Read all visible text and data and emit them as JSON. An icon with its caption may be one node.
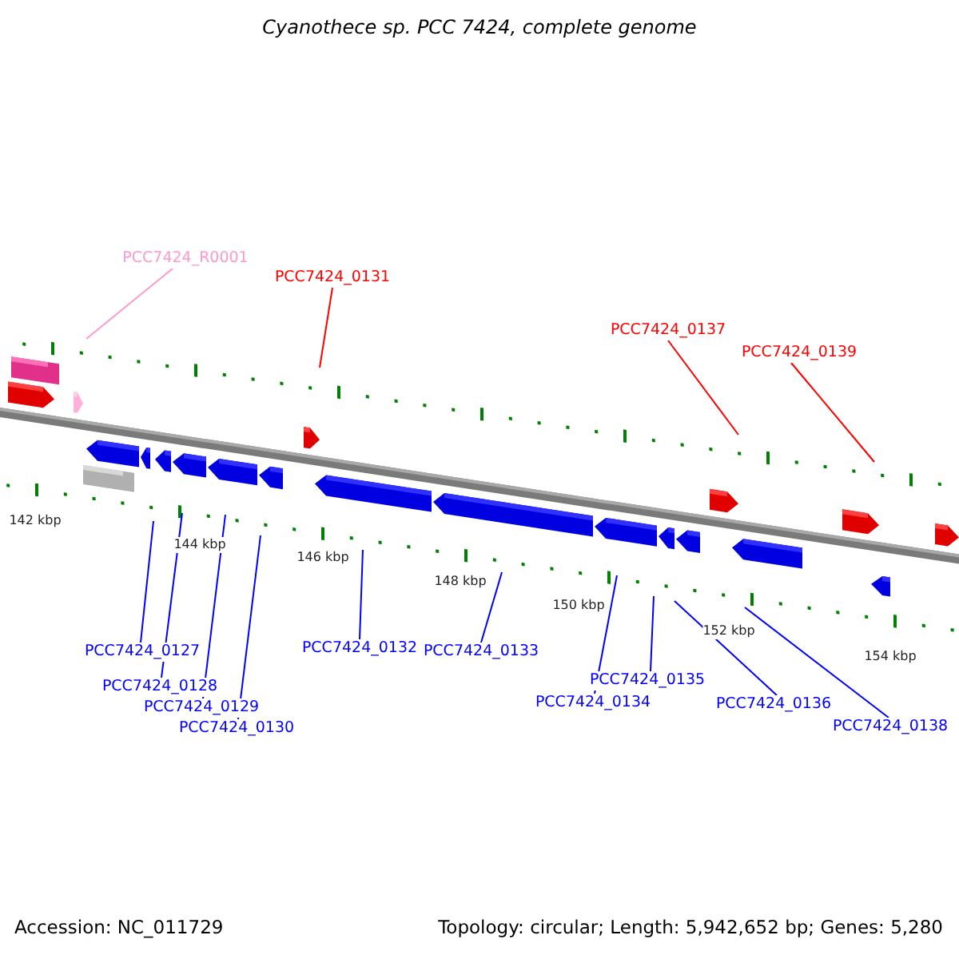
{
  "diagram": {
    "title": "Cyanothece sp. PCC 7424, complete genome",
    "nodes": [
      {
        "text": [
          "PCC7424_R0001"
        ]
      },
      {
        "text": [
          "PCC7424_0131"
        ]
      },
      {
        "text": [
          "PCC7424_0137"
        ]
      },
      {
        "text": [
          "PCC7424_0139"
        ]
      },
      {
        "text": [
          "PCC7424_0127"
        ]
      },
      {
        "text": [
          "PCC7424_0128"
        ]
      },
      {
        "text": [
          "PCC7424_0129"
        ]
      },
      {
        "text": [
          "PCC7424_0130"
        ]
      },
      {
        "text": [
          "PCC7424_0132"
        ]
      },
      {
        "text": [
          "PCC7424_0133"
        ]
      },
      {
        "text": [
          "PCC7424_0135"
        ]
      },
      {
        "text": [
          "PCC7424_0134"
        ]
      },
      {
        "text": [
          "PCC7424_0136"
        ]
      },
      {
        "text": [
          "PCC7424_0138"
        ]
      }
    ],
    "edges": [
      {
        "from": 0,
        "to": null,
        "arrow": "none",
        "color": "#ff99cc"
      },
      {
        "from": 1,
        "to": null,
        "arrow": "none",
        "color": "#ff0000"
      },
      {
        "from": 2,
        "to": null,
        "arrow": "none",
        "color": "#ff0000"
      },
      {
        "from": 3,
        "to": null,
        "arrow": "none",
        "color": "#ff0000"
      },
      {
        "from": 4,
        "to": null,
        "arrow": "none"
      },
      {
        "from": 5,
        "to": null,
        "arrow": "none"
      },
      {
        "from": 6,
        "to": null,
        "arrow": "none"
      },
      {
        "from": 7,
        "to": null,
        "arrow": "none"
      },
      {
        "from": 8,
        "to": null,
        "arrow": "none"
      },
      {
        "from": 9,
        "to": null,
        "arrow": "none"
      },
      {
        "from": 10,
        "to": null,
        "arrow": "none"
      },
      {
        "from": 11,
        "to": null,
        "arrow": "none"
      },
      {
        "from": 12,
        "to": null,
        "arrow": "none"
      },
      {
        "from": 13,
        "to": null,
        "arrow": "none"
      }
    ],
    "labels": [
      "142 kbp",
      "144 kbp",
      "146 kbp",
      "148 kbp",
      "150 kbp",
      "152 kbp",
      "154 kbp",
      "Accession: NC_011729",
      "Topology: circular; Length: 5,942,652 bp; Genes: 5,280"
    ]
  }
}
